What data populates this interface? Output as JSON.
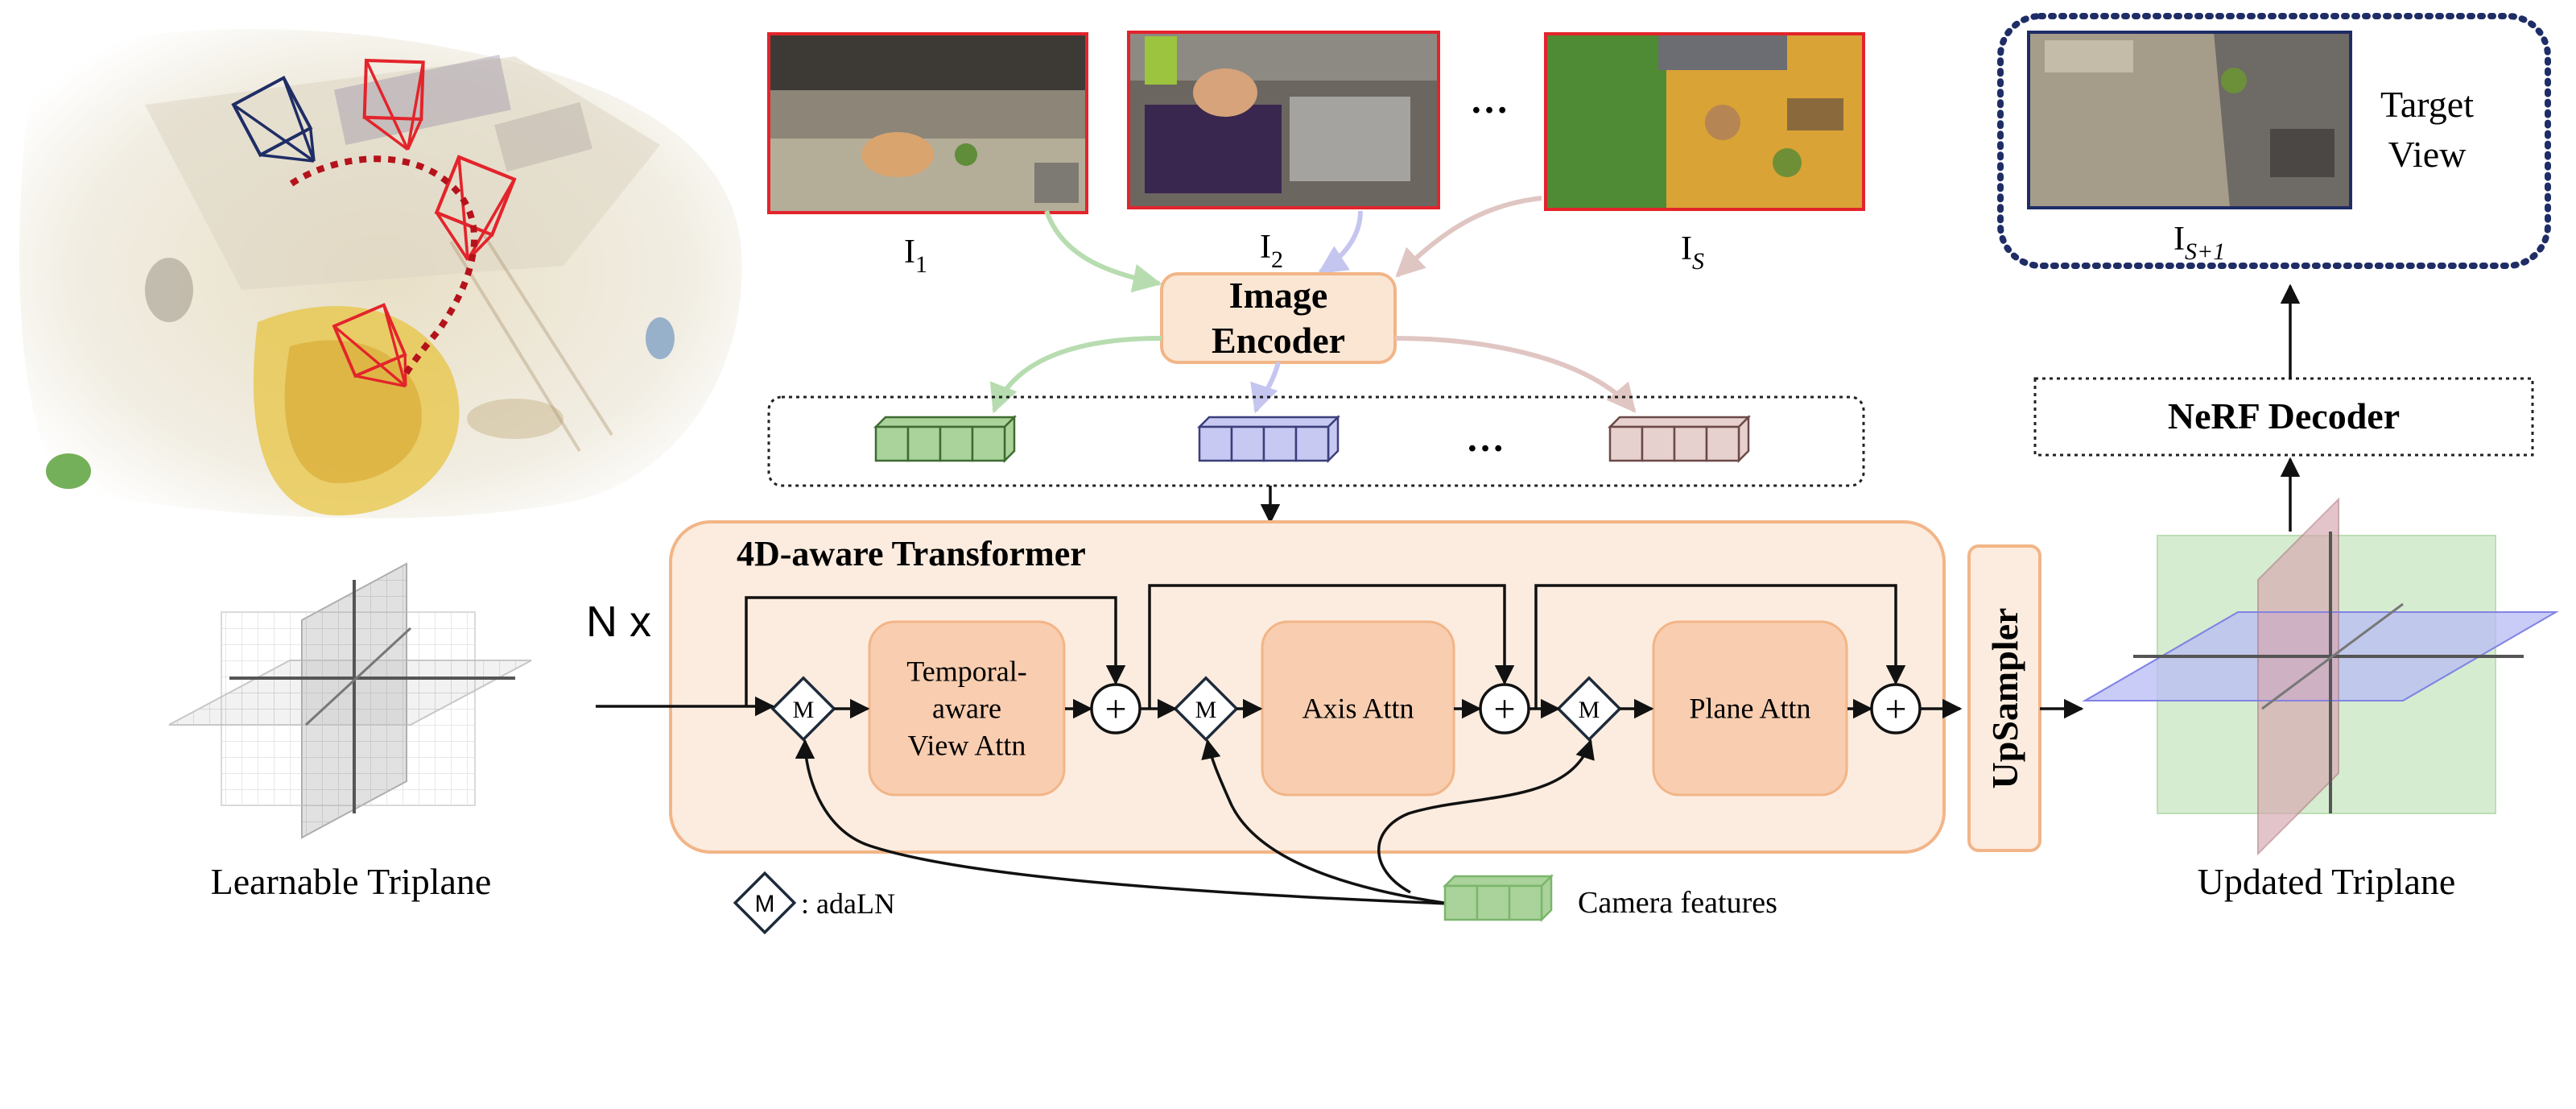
{
  "scene_figure": {
    "camera_colors": {
      "target": "#1f2d66",
      "source": "#e3242b",
      "trajectory": "#b5121b"
    }
  },
  "input_images": [
    {
      "label_main": "I",
      "label_sub": "1",
      "border_color": "#e3242b"
    },
    {
      "label_main": "I",
      "label_sub": "2",
      "border_color": "#e3242b"
    },
    {
      "label_main": "I",
      "label_sub": "S",
      "border_color": "#e3242b"
    }
  ],
  "images_ellipsis": "…",
  "image_encoder": {
    "line1": "Image",
    "line2": "Encoder",
    "fill": "#fbe6d4",
    "stroke": "#f2b587"
  },
  "token_groups": [
    {
      "color": "#a9d39b",
      "edge": "#3f6b30"
    },
    {
      "color": "#c7c9f2",
      "edge": "#3b3f7a"
    },
    {
      "color": "#e7d1cf",
      "edge": "#6b4a47"
    }
  ],
  "tokens_ellipsis": "…",
  "arrow_colors": [
    "#b7dcb0",
    "#c5c6ef",
    "#e0c6c3"
  ],
  "transformer": {
    "title": "4D-aware Transformer",
    "repeat": "N x",
    "fill": "#fcecdf",
    "stroke": "#f2b587",
    "blocks": [
      {
        "lines": [
          "Temporal-",
          "aware",
          "View Attn"
        ]
      },
      {
        "lines": [
          "Axis Attn"
        ]
      },
      {
        "lines": [
          "Plane Attn"
        ]
      }
    ],
    "block_fill": "#f8cdb0",
    "modulation_symbol": "M",
    "sum_symbol": "+"
  },
  "upsampler": {
    "label": "UpSampler"
  },
  "learnable_triplane": {
    "label": "Learnable Triplane"
  },
  "updated_triplane": {
    "label": "Updated Triplane"
  },
  "legend": {
    "symbol": "M",
    "text": ": adaLN"
  },
  "camera_features": {
    "label": "Camera features",
    "color": "#a9d39b"
  },
  "nerf_decoder": {
    "label": "NeRF Decoder"
  },
  "target_view": {
    "line1": "Target",
    "line2": "View",
    "image_label_main": "I",
    "image_label_sub": "S+1",
    "border_color": "#1f2d66"
  }
}
